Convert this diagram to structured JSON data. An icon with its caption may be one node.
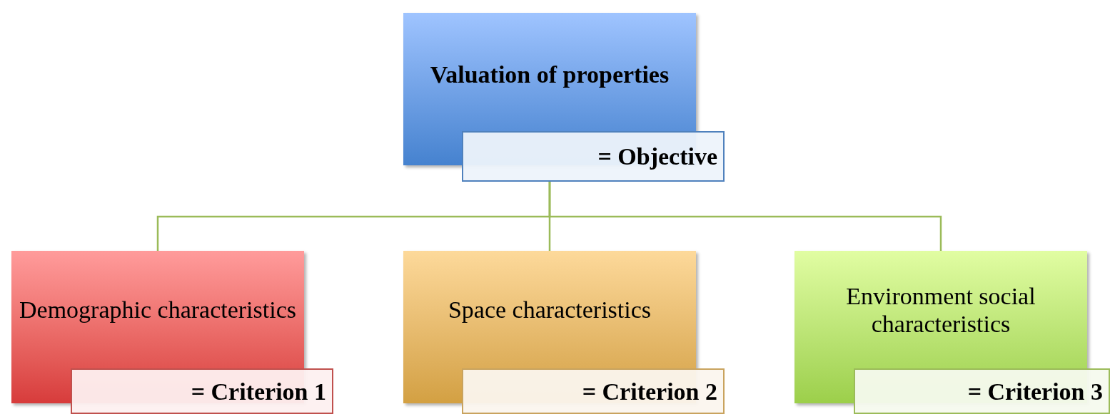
{
  "diagram": {
    "nodes": [
      {
        "text": [
          "Valuation of properties"
        ]
      },
      {
        "text": [
          "= Objective"
        ]
      },
      {
        "text": [
          "Demographic characteristics"
        ]
      },
      {
        "text": [
          "= Criterion 1"
        ]
      },
      {
        "text": [
          "Space characteristics"
        ]
      },
      {
        "text": [
          "= Criterion 2"
        ]
      },
      {
        "text": [
          "Environment social characteristics"
        ]
      },
      {
        "text": [
          "= Criterion 3"
        ]
      }
    ],
    "edges": [
      {
        "from": 1,
        "to": 2,
        "arrow": "none"
      },
      {
        "from": 1,
        "to": 4,
        "arrow": "none"
      },
      {
        "from": 1,
        "to": 6,
        "arrow": "none"
      }
    ]
  }
}
